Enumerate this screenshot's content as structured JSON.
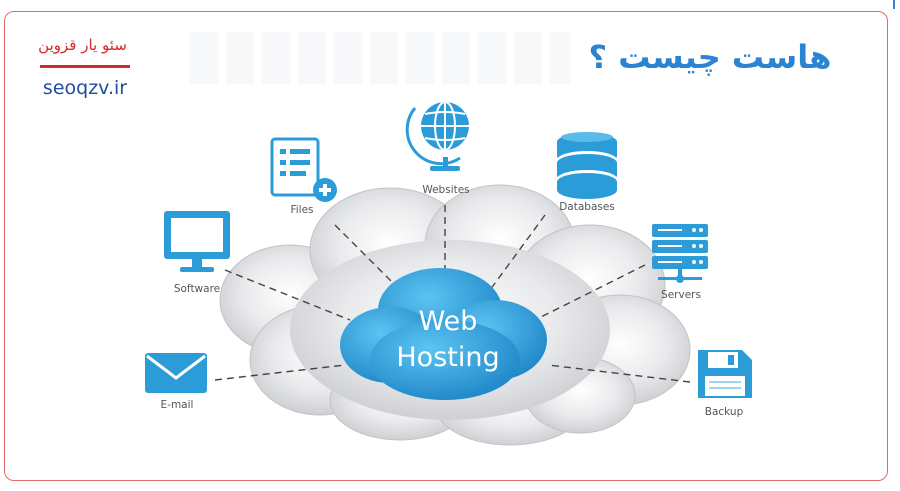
{
  "brand": {
    "name_fa": "سئو یار قزوین",
    "url": "seoqzv.ir",
    "accent": "#d42a2a"
  },
  "title": {
    "text_fa": "هاست چیست ؟",
    "color": "#2a84d2"
  },
  "diagram": {
    "center": {
      "line1": "Web",
      "line2": "Hosting"
    },
    "nodes": {
      "files": "Files",
      "websites": "Websites",
      "databases": "Databases",
      "software": "Software",
      "servers": "Servers",
      "email": "E-mail",
      "backup": "Backup"
    },
    "icon_color": "#2c9cd8",
    "cloud_color": "#dcdde0"
  }
}
